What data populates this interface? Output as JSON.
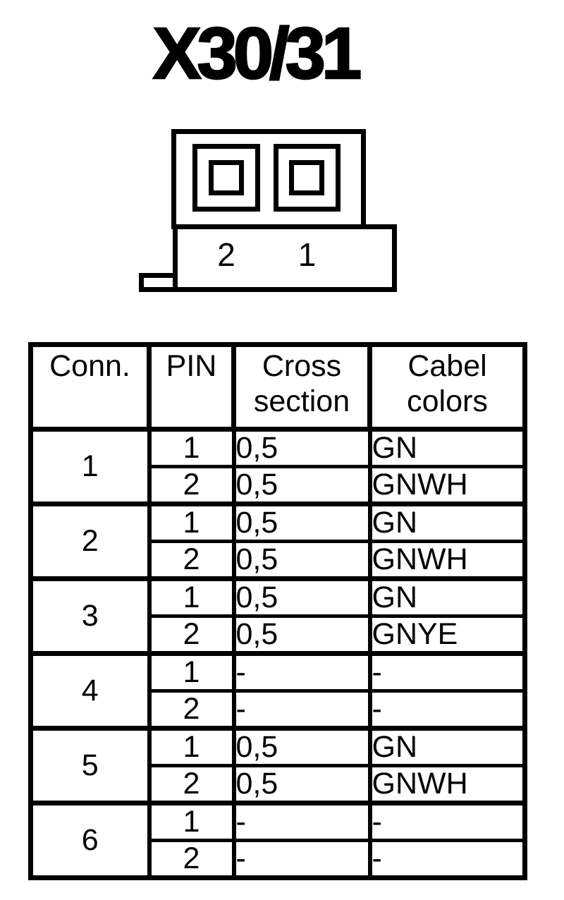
{
  "title": "X30/31",
  "connector": {
    "pin_labels": [
      "2",
      "1"
    ]
  },
  "table": {
    "headers": [
      [
        "Conn.",
        ""
      ],
      [
        "PIN",
        ""
      ],
      [
        "Cross",
        "section"
      ],
      [
        "Cabel",
        "colors"
      ]
    ],
    "groups": [
      {
        "conn": "1",
        "rows": [
          {
            "pin": "1",
            "cross": "0,5",
            "color": "GN"
          },
          {
            "pin": "2",
            "cross": "0,5",
            "color": "GNWH"
          }
        ]
      },
      {
        "conn": "2",
        "rows": [
          {
            "pin": "1",
            "cross": "0,5",
            "color": "GN"
          },
          {
            "pin": "2",
            "cross": "0,5",
            "color": "GNWH"
          }
        ]
      },
      {
        "conn": "3",
        "rows": [
          {
            "pin": "1",
            "cross": "0,5",
            "color": "GN"
          },
          {
            "pin": "2",
            "cross": "0,5",
            "color": "GNYE"
          }
        ]
      },
      {
        "conn": "4",
        "rows": [
          {
            "pin": "1",
            "cross": "-",
            "color": "-"
          },
          {
            "pin": "2",
            "cross": "-",
            "color": "-"
          }
        ]
      },
      {
        "conn": "5",
        "rows": [
          {
            "pin": "1",
            "cross": "0,5",
            "color": "GN"
          },
          {
            "pin": "2",
            "cross": "0,5",
            "color": "GNWH"
          }
        ]
      },
      {
        "conn": "6",
        "rows": [
          {
            "pin": "1",
            "cross": "-",
            "color": "-"
          },
          {
            "pin": "2",
            "cross": "-",
            "color": "-"
          }
        ]
      }
    ]
  },
  "colors": {
    "ink": "#000000",
    "background": "#ffffff"
  }
}
